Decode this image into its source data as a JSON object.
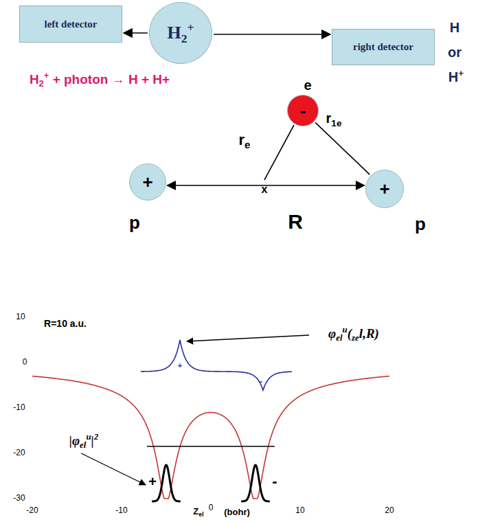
{
  "diagram": {
    "nodes": [
      {
        "text": [
          "left detector"
        ]
      },
      {
        "text": [
          "H2+"
        ]
      },
      {
        "text": [
          "right detector"
        ]
      },
      {
        "text": [
          "-"
        ]
      },
      {
        "text": [
          "+"
        ]
      },
      {
        "text": [
          "+"
        ]
      }
    ],
    "edges": [
      {
        "from": 1,
        "to": 0,
        "arrow": "to"
      },
      {
        "from": 1,
        "to": 2,
        "arrow": "to"
      },
      {
        "from": 4,
        "to": 5,
        "arrow": "both"
      },
      {
        "from": 3,
        "to": 5,
        "arrow": "none"
      }
    ],
    "labels": [
      "H",
      "or",
      "H+",
      "H2+ + photon → H + H+",
      "e",
      "re",
      "r1e",
      "x",
      "R",
      "p",
      "p",
      "10",
      "0",
      "-10",
      "-20",
      "-30",
      "-20",
      "-10",
      "0",
      "10",
      "20",
      "R=10 a.u.",
      "φelu(zel,R)",
      "+",
      "-",
      "|φelu|2",
      "+",
      "-",
      "Zel",
      "(bohr)"
    ]
  }
}
